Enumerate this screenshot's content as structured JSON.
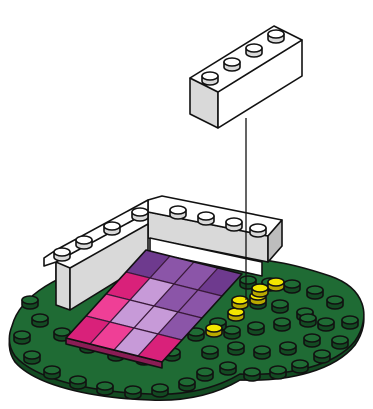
{
  "scene": {
    "subject": "lego-brick-assembly",
    "palette": {
      "outline": "#111111",
      "baseplate_green": "#1f6b34",
      "baseplate_green_dark": "#134a22",
      "stud_yellow": "#f2e600",
      "brick_white": "#ffffff",
      "brick_grey_side": "#d9d9d9",
      "brick_grey_shadow": "#bdbdbd",
      "tile_dark_purple": "#6e3a8e",
      "tile_purple": "#8b55a8",
      "tile_lilac": "#c79ad8",
      "tile_magenta": "#d9217a",
      "tile_pink": "#ef3f96"
    },
    "parts": [
      {
        "name": "green-heart-baseplate"
      },
      {
        "name": "white-corner-bricks"
      },
      {
        "name": "tile-grid-4x4"
      },
      {
        "name": "yellow-studs",
        "count": 6
      },
      {
        "name": "white-1x4-brick-floating"
      }
    ],
    "tile_grid": {
      "rows": 4,
      "cols": 4,
      "colors": [
        [
          "tile_dark_purple",
          "tile_purple",
          "tile_purple",
          "tile_dark_purple"
        ],
        [
          "tile_magenta",
          "tile_lilac",
          "tile_purple",
          "tile_purple"
        ],
        [
          "tile_pink",
          "tile_lilac",
          "tile_lilac",
          "tile_purple"
        ],
        [
          "tile_magenta",
          "tile_pink",
          "tile_lilac",
          "tile_magenta"
        ]
      ]
    }
  }
}
